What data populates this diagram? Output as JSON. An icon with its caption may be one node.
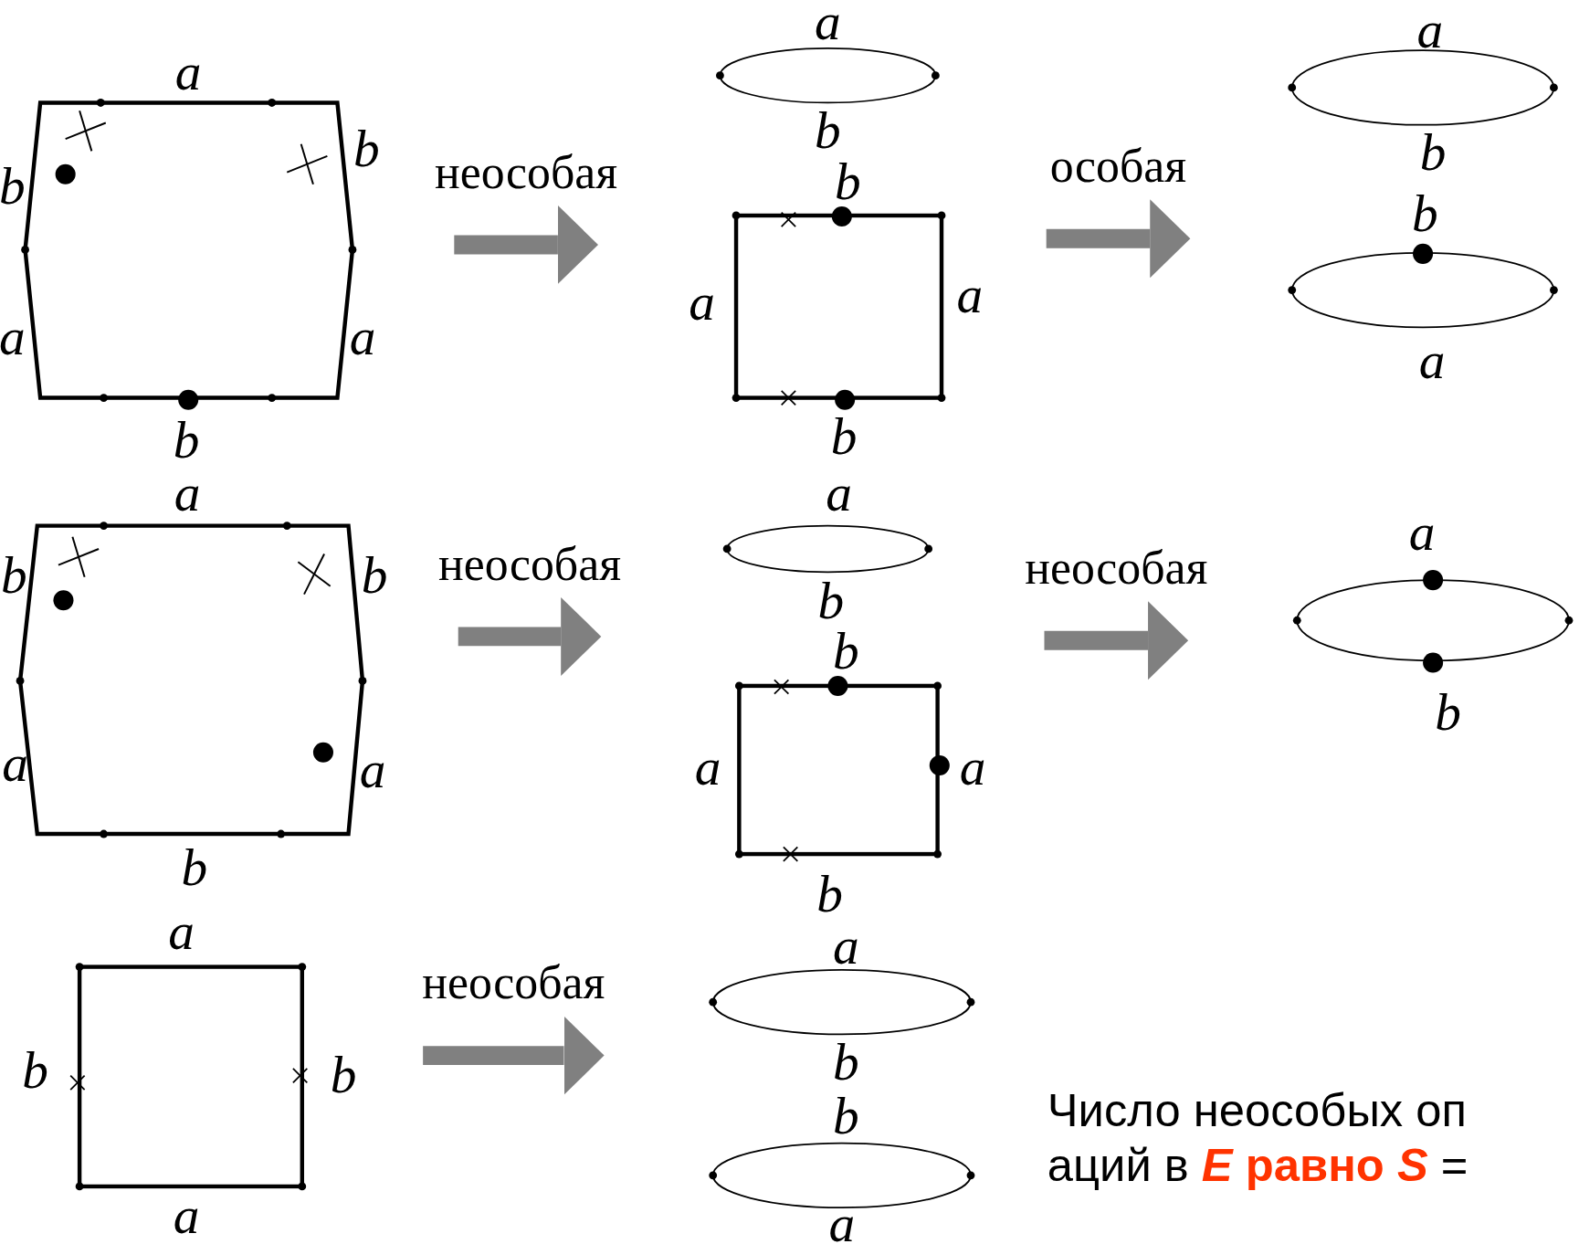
{
  "diagram": {
    "nodes": [
      {
        "text": [
          "a",
          "b",
          "b",
          "a",
          "a",
          "b"
        ]
      },
      {
        "text": [
          "a",
          "b",
          "b",
          "a",
          "a",
          "b"
        ]
      },
      {
        "text": [
          "a",
          "b",
          "b",
          "a"
        ]
      },
      {
        "text": [
          "a",
          "b",
          "b",
          "a",
          "a",
          "b"
        ]
      },
      {
        "text": [
          "a",
          "b",
          "b",
          "a",
          "a",
          "b"
        ]
      },
      {
        "text": [
          "a",
          "b"
        ]
      },
      {
        "text": [
          "a",
          "b",
          "b",
          "a"
        ]
      },
      {
        "text": [
          "a",
          "b",
          "b",
          "a"
        ]
      }
    ],
    "edges": [
      {
        "from": 0,
        "to": 1,
        "arrow": "to",
        "label": "неособая"
      },
      {
        "from": 1,
        "to": 2,
        "arrow": "to",
        "label": "особая"
      },
      {
        "from": 3,
        "to": 4,
        "arrow": "to",
        "label": "неособая"
      },
      {
        "from": 4,
        "to": 5,
        "arrow": "to",
        "label": "неособая"
      },
      {
        "from": 6,
        "to": 7,
        "arrow": "to",
        "label": "неособая"
      }
    ],
    "labels": [
      "Число неособых оп аций в **E** **равно** **S** ="
    ]
  }
}
